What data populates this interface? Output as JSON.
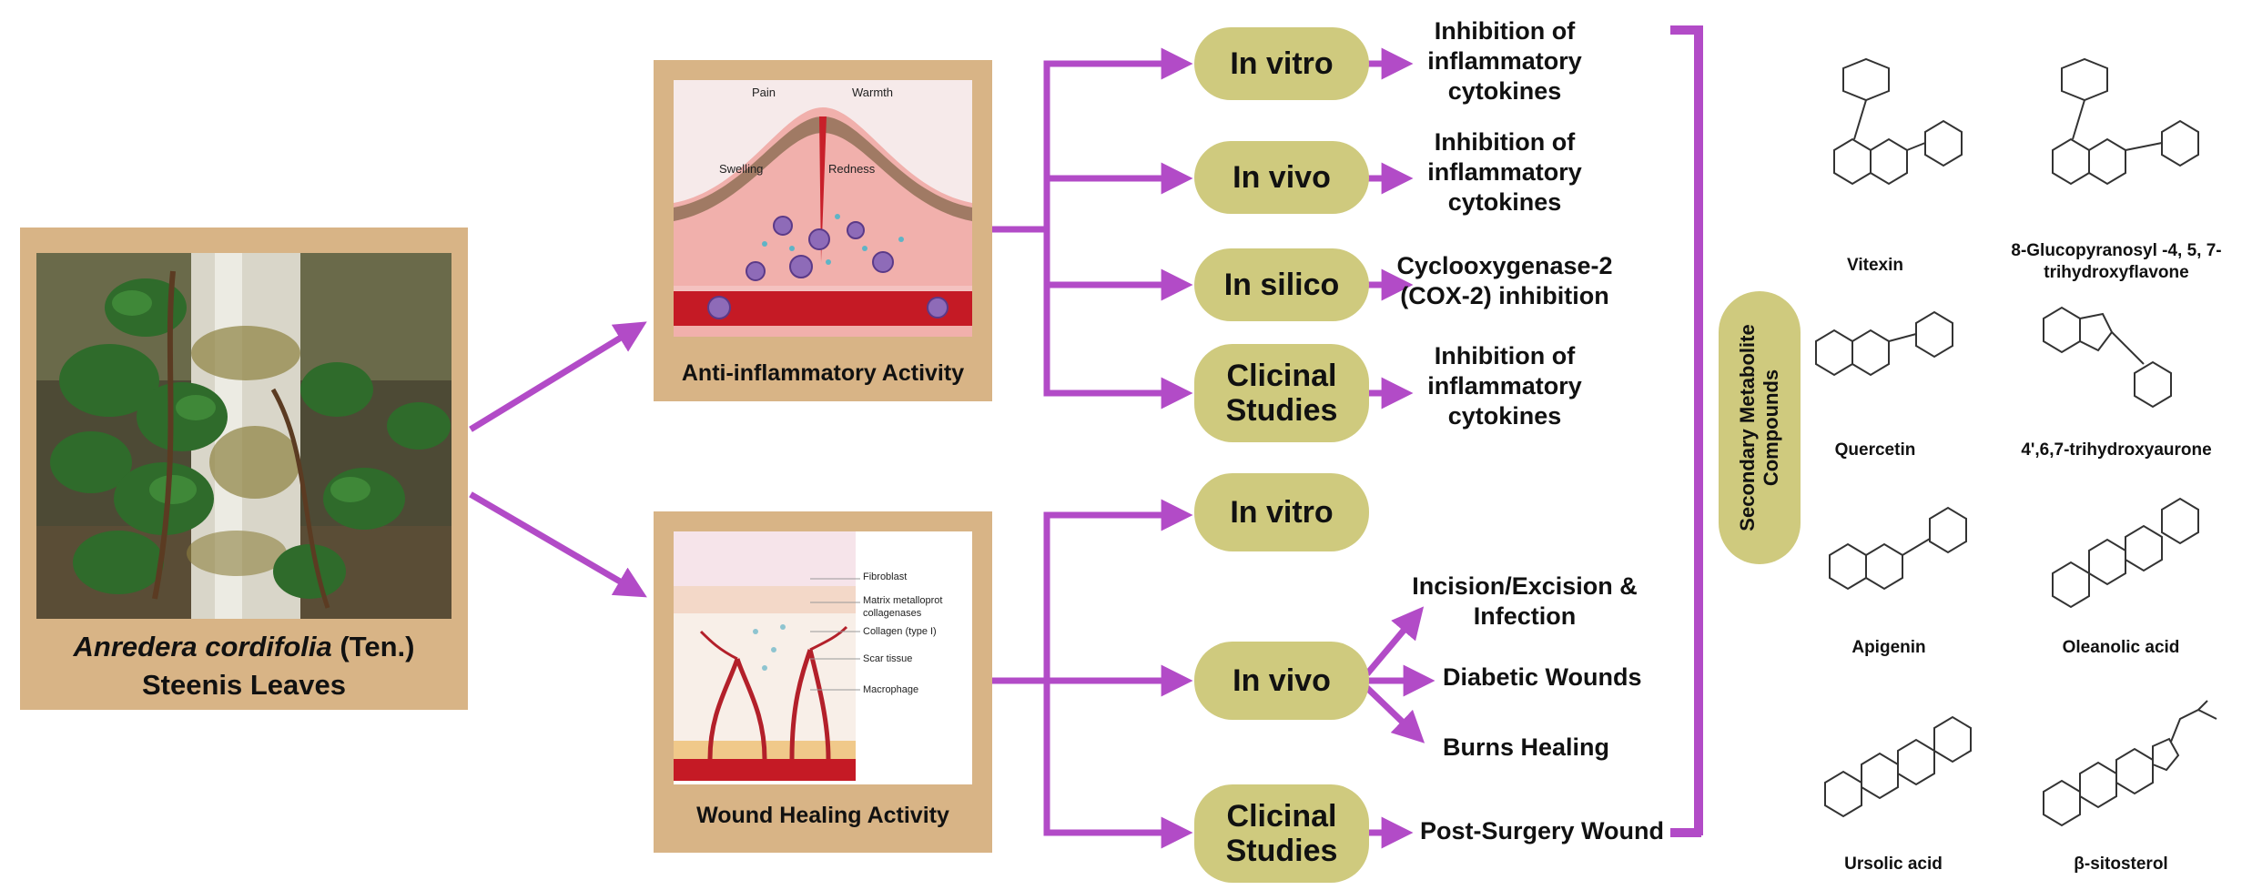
{
  "plant": {
    "species": "Anredera cordifolia",
    "author": " (Ten.)",
    "part": "Steenis Leaves"
  },
  "activities": {
    "anti_inflammatory": {
      "title": "Anti-inflammatory Activity",
      "labels": {
        "pain": "Pain",
        "warmth": "Warmth",
        "swelling": "Swelling",
        "redness": "Redness"
      }
    },
    "wound_healing": {
      "title": "Wound Healing Activity",
      "labels": {
        "fibroblast": "Fibroblast",
        "mmp": "Matrix metalloprot",
        "collagenases": "collagenases",
        "collagen": "Collagen (type I)",
        "scar": "Scar tissue",
        "macrophage": "Macrophage"
      }
    }
  },
  "studies": {
    "ai_invitro": "In vitro",
    "ai_invivo": "In vivo",
    "ai_insilico": "In silico",
    "ai_clinical": "Clicinal Studies",
    "wh_invitro": "In vitro",
    "wh_invivo": "In vivo",
    "wh_clinical": "Clicinal Studies"
  },
  "outcomes": {
    "ai_invitro": "Inhibition of inflammatory cytokines",
    "ai_invivo": "Inhibition of inflammatory cytokines",
    "ai_insilico": "Cyclooxygenase-2 (COX-2) inhibition",
    "ai_clinical": "Inhibition of inflammatory cytokines",
    "wh_incision": "Incision/Excision & Infection",
    "wh_diabetic": "Diabetic Wounds",
    "wh_burns": "Burns Healing",
    "wh_postsurgery": "Post-Surgery Wound"
  },
  "secondary_label": "Secondary Metabolite Compounds",
  "compounds": [
    "Vitexin",
    "8-Glucopyranosyl -4, 5, 7-trihydroxyflavone",
    "Quercetin",
    "4',6,7-trihydroxyaurone",
    "Apigenin",
    "Oleanolic acid",
    "Ursolic acid",
    "β-sitosterol"
  ],
  "colors": {
    "arrow": "#b24bc7",
    "pill": "#cfca7e",
    "frame": "#d8b486"
  }
}
